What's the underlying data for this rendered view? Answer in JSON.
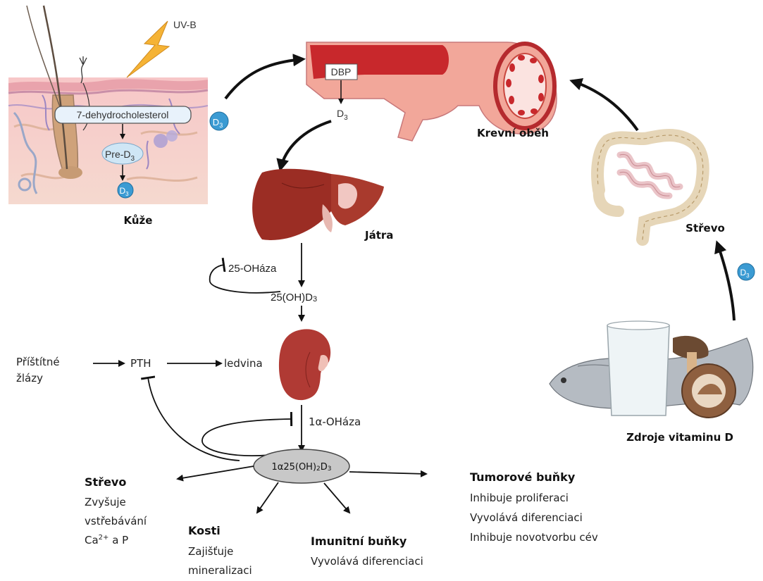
{
  "skin": {
    "uvb": "UV-B",
    "precursor": "7-dehydrocholesterol",
    "pre_d3": "Pre-D",
    "title": "Kůže"
  },
  "vitamin_badge": "D",
  "sub3": "3",
  "blood": {
    "dbp": "DBP",
    "title": "Krevní oběh"
  },
  "liver": {
    "title": "Játra",
    "enzyme": "25-OHáza",
    "product": "25(OH)D",
    "product_sub": "3"
  },
  "kidney": {
    "glands_line1": "Příštítné",
    "glands_line2": "žlázy",
    "pth": "PTH",
    "organ": "ledvina",
    "enzyme": "1α-OHáza",
    "product_main": "1α25(OH)",
    "product_sub1": "2",
    "product_d": "D",
    "product_sub2": "3"
  },
  "gut": {
    "title": "Střevo",
    "sources": "Zdroje vitaminu D"
  },
  "effects": {
    "gut": {
      "title": "Střevo",
      "l1": "Zvyšuje",
      "l2": "vstřebávání",
      "l3": "Ca",
      "l3_sup": "2+",
      "l3_rest": " a P"
    },
    "bone": {
      "title": "Kosti",
      "l1": "Zajišťuje",
      "l2": "mineralizaci"
    },
    "immune": {
      "title": "Imunitní buňky",
      "l1": "Vyvolává diferenciaci"
    },
    "tumor": {
      "title": "Tumorové buňky",
      "l1": "Inhibuje proliferaci",
      "l2": "Vyvolává diferenciaci",
      "l3": "Inhibuje novotvorbu cév"
    }
  },
  "colors": {
    "badge": "#3b9bd3",
    "liver": "#9b2d24",
    "kidney": "#b03a34",
    "vessel": "#c8282c",
    "vessel_light": "#f2a79a",
    "skin_pink": "#f3c9c7",
    "ellipse": "#c8c8c8",
    "arrow": "#111111"
  }
}
